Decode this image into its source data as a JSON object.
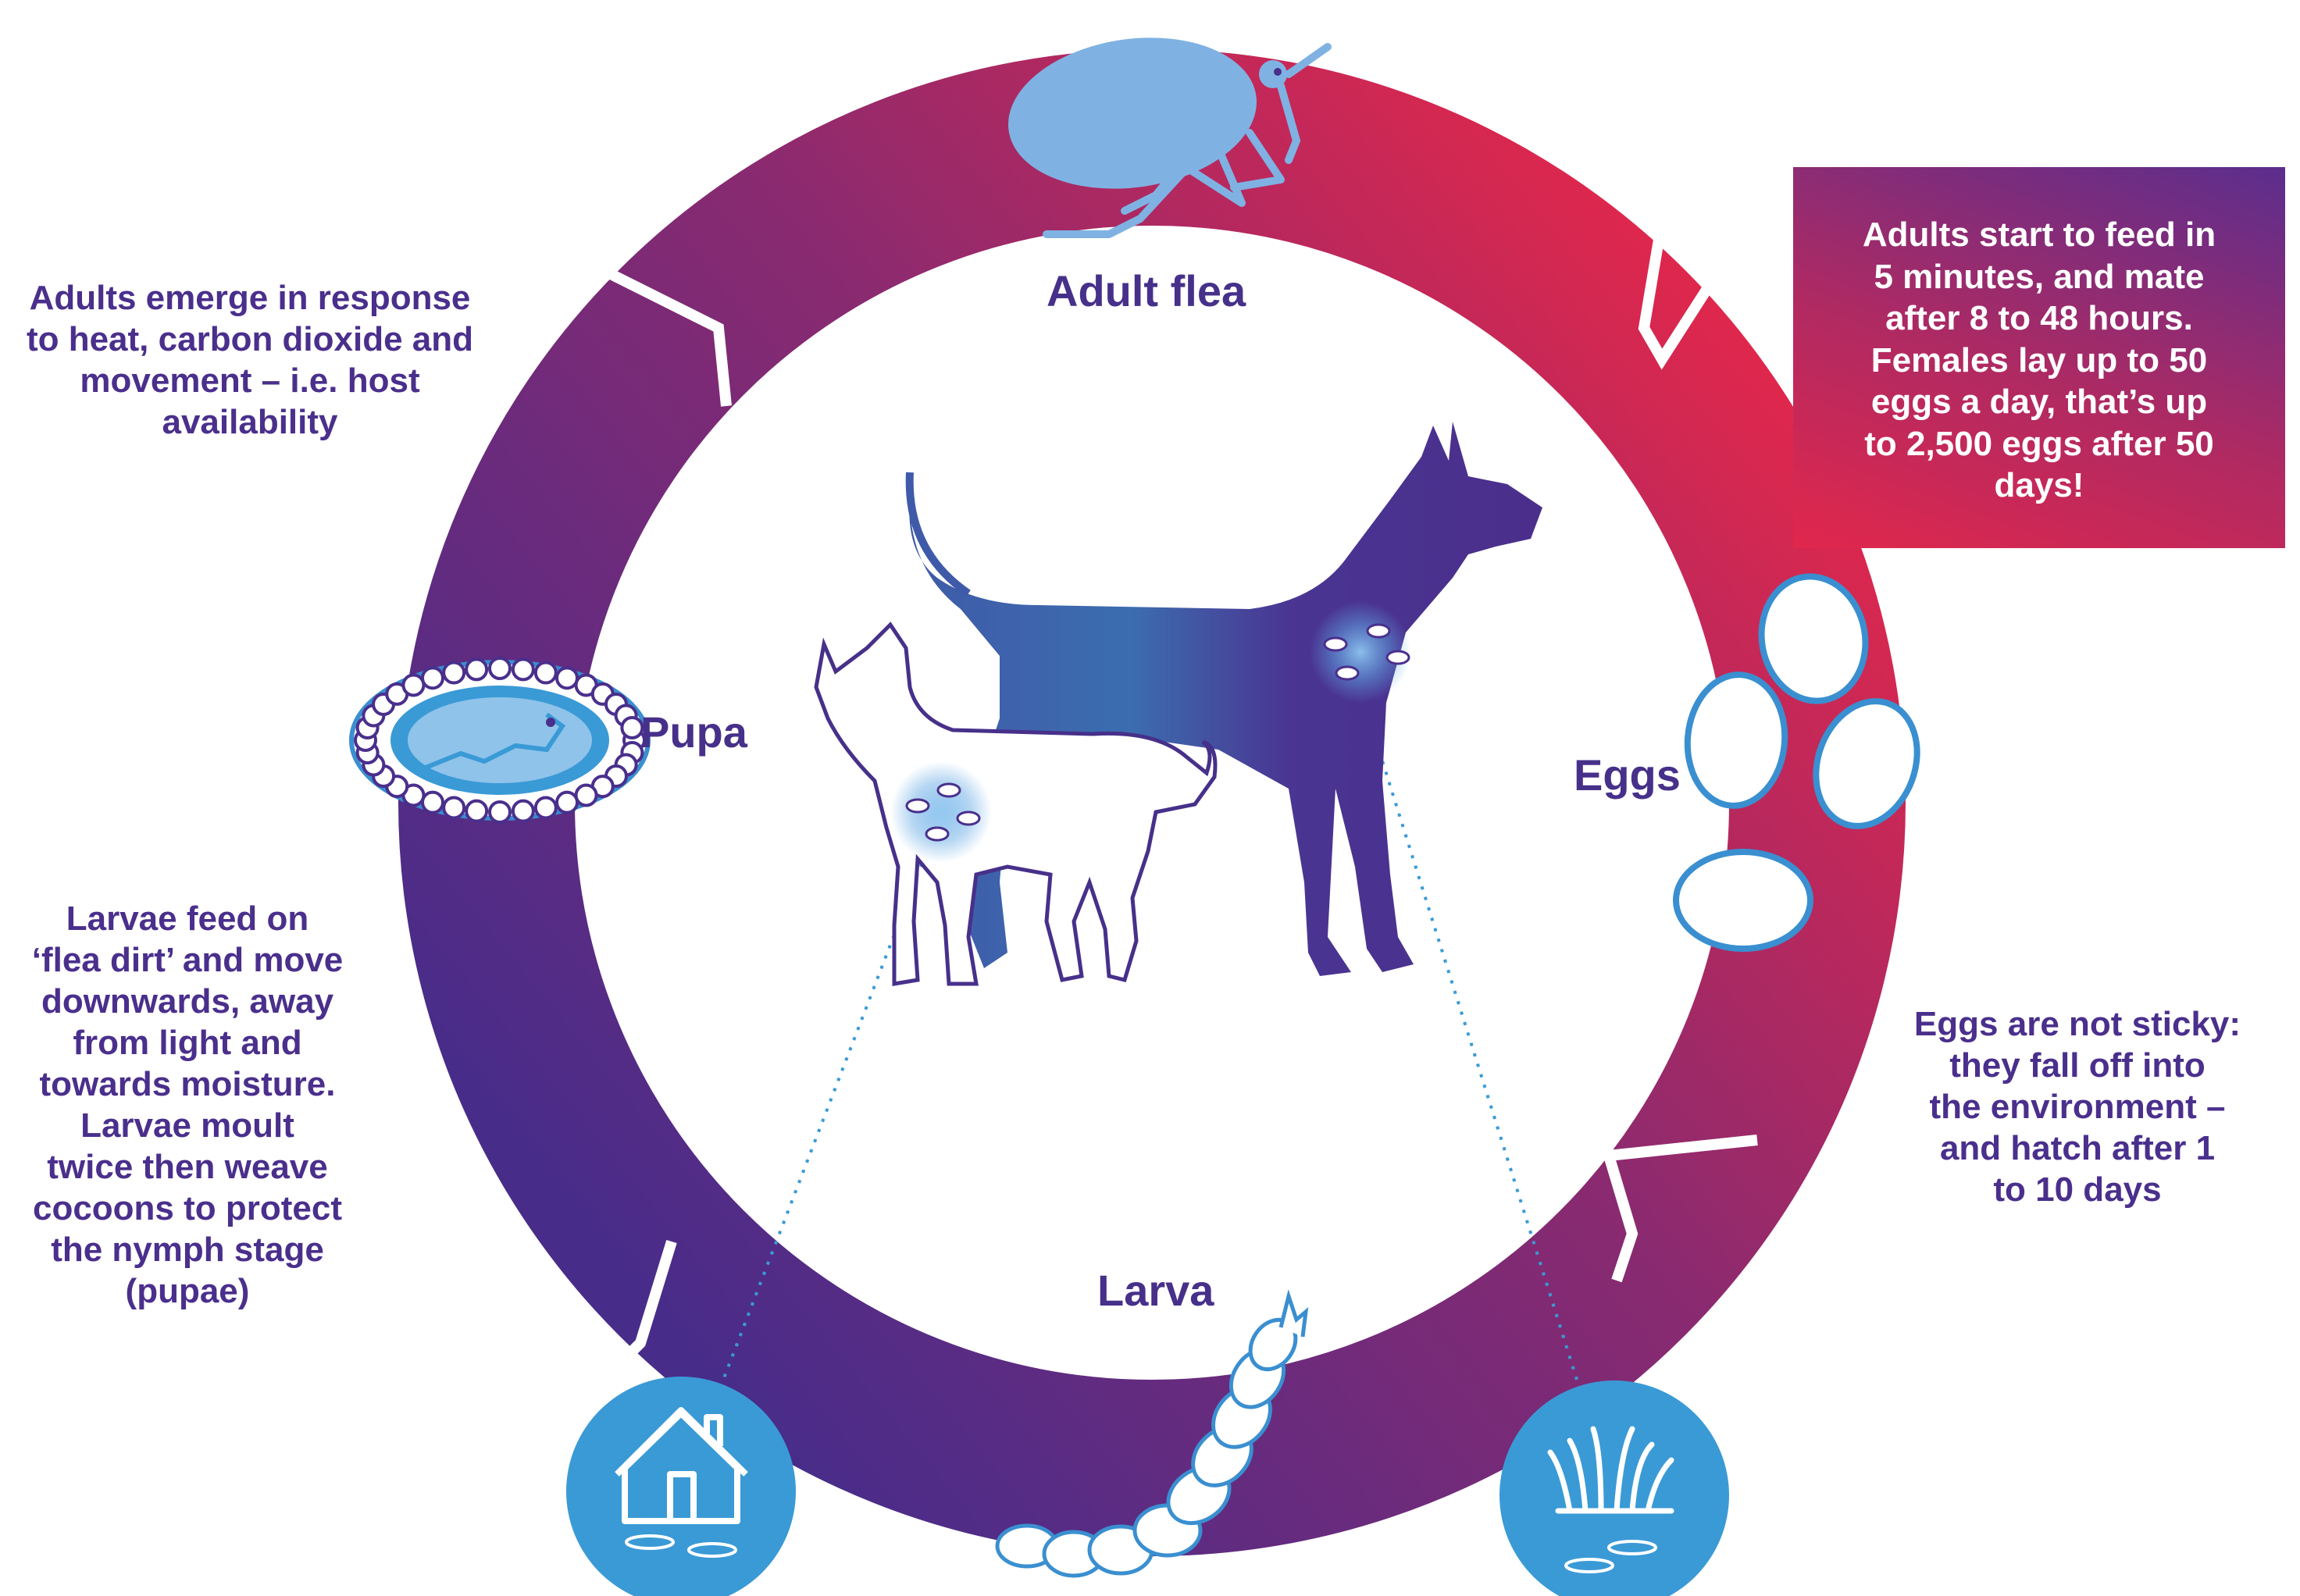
{
  "stages": {
    "adult": "Adult flea",
    "eggs": "Eggs",
    "larva": "Larva",
    "pupa": "Pupa"
  },
  "notes": {
    "adult_feeding": "Adults start to feed in\n5 minutes, and mate\nafter 8 to 48 hours.\nFemales lay up to 50\neggs a day, that’s up\nto 2,500 eggs after 50\ndays!",
    "adult_emerge": "Adults emerge in response\nto heat, carbon dioxide and\nmovement – i.e. host\navailability",
    "larvae": "Larvae feed on\n‘flea dirt’ and move\ndownwards, away\nfrom light and\ntowards moisture.\nLarvae moult\ntwice then weave\ncocoons to protect\nthe nymph stage\n(pupae)",
    "eggs": "Eggs are not sticky:\nthey fall off into\nthe environment –\nand hatch after 1\nto 10 days"
  },
  "colors": {
    "ring_red": "#e0274c",
    "ring_purple": "#8a2a70",
    "ring_indigo": "#4a2c88",
    "text_purple": "#4a2f8c",
    "light_blue": "#7fb2e2",
    "circle_blue": "#3a9ad6",
    "egg_outline": "#3a8fd0"
  },
  "icons": {
    "top": "flea-icon",
    "right": "eggs-icon",
    "bottom": "larva-icon",
    "left": "pupa-cocoon-icon",
    "habitat_left": "house-icon",
    "habitat_right": "grass-icon",
    "center_dog": "dog-silhouette",
    "center_cat": "cat-outline"
  }
}
